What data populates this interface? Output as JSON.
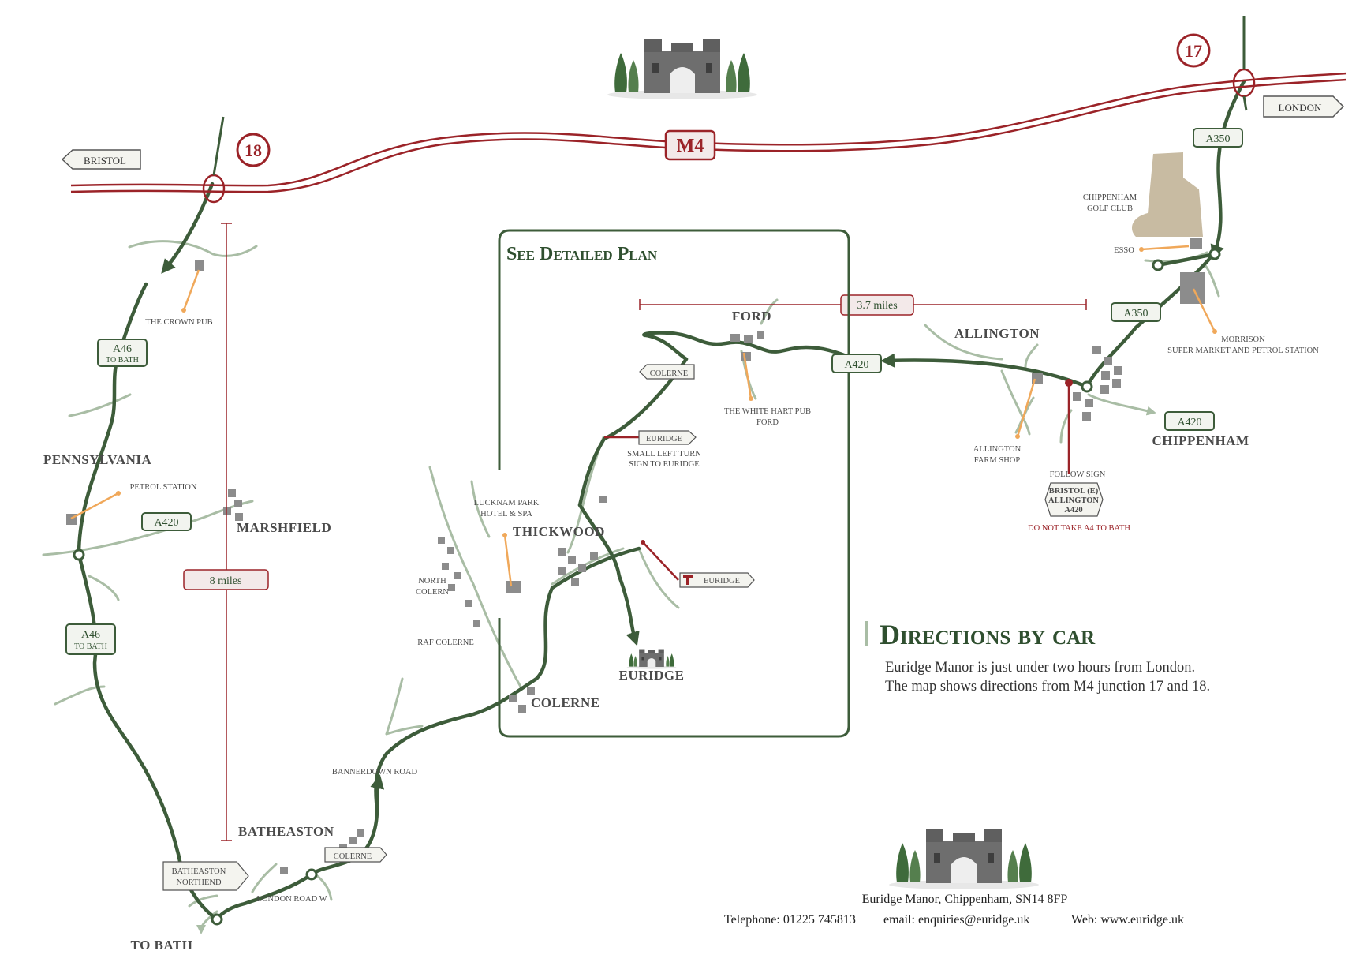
{
  "motorway": {
    "label": "M4"
  },
  "junctions": {
    "j17": "17",
    "j18": "18"
  },
  "direction_signs": {
    "london": "LONDON",
    "bristol": "BRISTOL"
  },
  "road_plates": {
    "a350_top": "A350",
    "a350_mid": "A350",
    "a420_chippenham": "A420",
    "a420_ford": "A420",
    "a420_marshfield": "A420",
    "a46_top_line1": "A46",
    "a46_top_line2": "TO BATH",
    "a46_bottom_line1": "A46",
    "a46_bottom_line2": "TO BATH"
  },
  "distances": {
    "east": "3.7 miles",
    "west": "8 miles"
  },
  "detailed_plan": {
    "title": "See Detailed Plan"
  },
  "places": {
    "ford": "FORD",
    "allington": "ALLINGTON",
    "chippenham": "CHIPPENHAM",
    "pennsylvania": "PENNSYLVANIA",
    "marshfield": "MARSHFIELD",
    "thickwood": "THICKWOOD",
    "colerne": "COLERNE",
    "euridge": "EURIDGE",
    "batheaston": "BATHEASTON",
    "to_bath": "TO BATH"
  },
  "pois": {
    "golf_line1": "CHIPPENHAM",
    "golf_line2": "GOLF CLUB",
    "esso": "ESSO",
    "morrison_line1": "MORRISON",
    "morrison_line2": "SUPER MARKET AND PETROL STATION",
    "crown_pub": "THE CROWN PUB",
    "white_hart_line1": "THE WHITE HART PUB",
    "white_hart_line2": "FORD",
    "farm_line1": "ALLINGTON",
    "farm_line2": "FARM SHOP",
    "petrol_station": "PETROL STATION",
    "lucknam_line1": "LUCKNAM PARK",
    "lucknam_line2": "HOTEL & SPA",
    "north_colern_line1": "NORTH",
    "north_colern_line2": "COLERN",
    "raf_colerne": "RAF COLERNE",
    "bannerdown": "BANNERDOWN ROAD",
    "london_road": "LONDON ROAD W"
  },
  "small_signs": {
    "colerne_ford": "COLERNE",
    "colerne_batheaston": "COLERNE",
    "euridge_upper": "EURIDGE",
    "euridge_lower": "EURIDGE",
    "batheaston_line1": "BATHEASTON",
    "batheaston_line2": "NORTHEND"
  },
  "notes": {
    "small_left_line1": "SMALL LEFT TURN",
    "small_left_line2": "SIGN TO EURIDGE",
    "follow_sign": "FOLLOW SIGN",
    "bristol_sign_line1": "BRISTOL (E)",
    "bristol_sign_line2": "ALLINGTON",
    "bristol_sign_line3": "A420",
    "do_not_take": "DO NOT TAKE A4 TO BATH"
  },
  "directions": {
    "title": "Directions by car",
    "line1": "Euridge Manor is just under two hours from London.",
    "line2": "The map shows directions  from M4 junction 17 and 18."
  },
  "footer": {
    "address": "Euridge Manor, Chippenham, SN14 8FP",
    "telephone": "Telephone: 01225 745813",
    "email": "email: enquiries@euridge.uk",
    "web": "Web: www.euridge.uk"
  },
  "colors": {
    "route_green": "#3d5c3a",
    "minor_road": "#a9bda5",
    "motorway_red": "#9b2328",
    "poi_orange": "#f0a85a",
    "building_grey": "#8c8c8c",
    "golf_tan": "#c8bba2"
  },
  "icons": {
    "manor": "gatehouse-illustration-icon",
    "route_arrow": "arrow-icon"
  }
}
